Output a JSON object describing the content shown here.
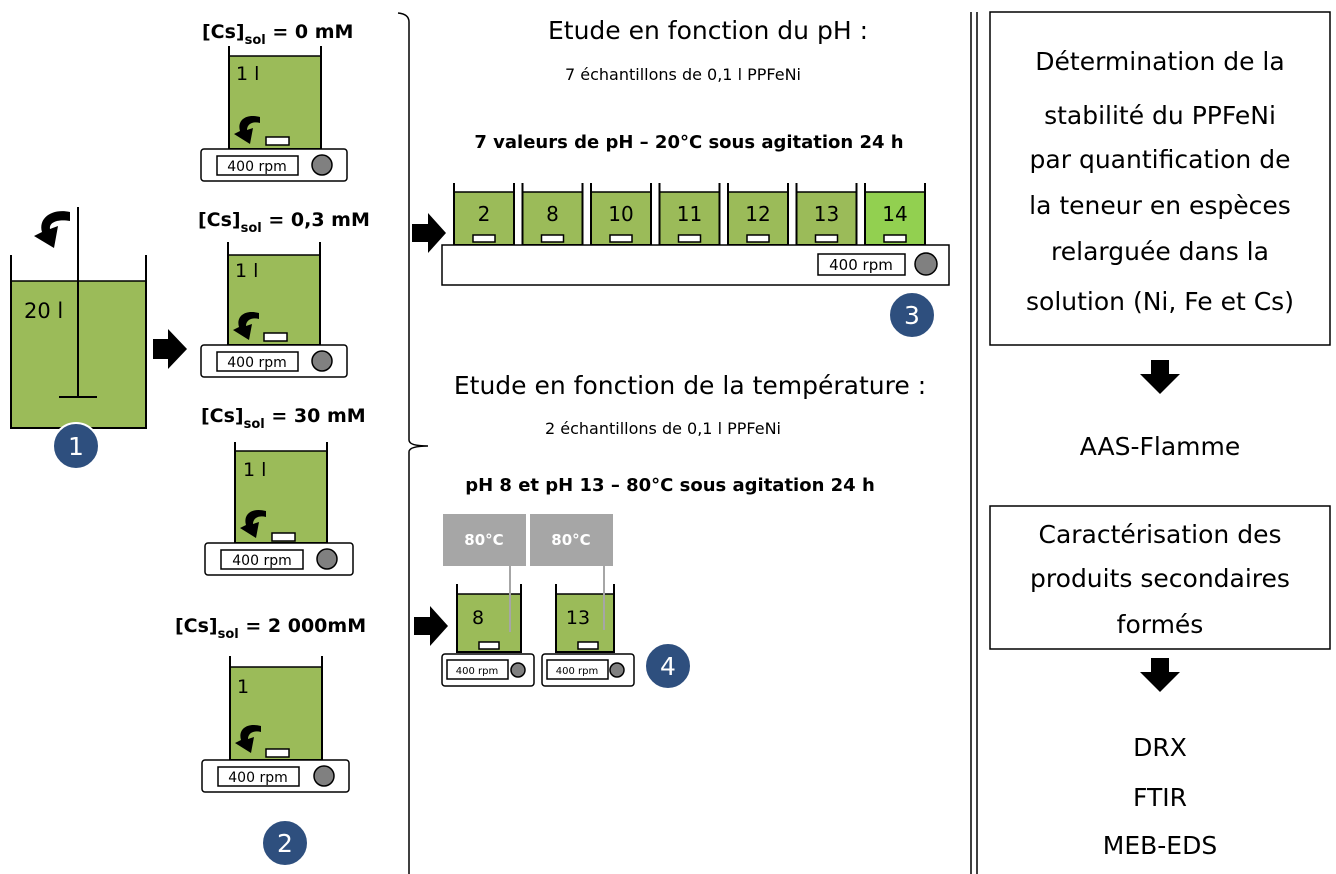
{
  "step1": {
    "volume_label": "20 l",
    "badge": "1"
  },
  "step2": {
    "badge": "2",
    "conditions": [
      {
        "cs_prefix": "[Cs]",
        "cs_sub": "sol",
        "cs_value": " = 0 mM",
        "volume_label": "1 l",
        "rpm_label": "400 rpm"
      },
      {
        "cs_prefix": "[Cs]",
        "cs_sub": "sol",
        "cs_value": " = 0,3 mM",
        "volume_label": "1 l",
        "rpm_label": "400 rpm"
      },
      {
        "cs_prefix": "[Cs]",
        "cs_sub": "sol",
        "cs_value": " = 30 mM",
        "volume_label": "1 l",
        "rpm_label": "400 rpm"
      },
      {
        "cs_prefix": "[Cs]",
        "cs_sub": "sol",
        "cs_value": " = 2 000mM",
        "volume_label": "1",
        "rpm_label": "400 rpm"
      }
    ]
  },
  "ph_study": {
    "title": "Etude en fonction du pH :",
    "subtitle": "7 échantillons de 0,1 l PPFeNi",
    "conditions_label": "7 valeurs de pH – 20°C sous agitation 24 h",
    "ph_values": [
      "2",
      "8",
      "10",
      "11",
      "12",
      "13",
      "14"
    ],
    "rpm_label": "400 rpm",
    "badge": "3"
  },
  "temp_study": {
    "title": "Etude en fonction de la température :",
    "subtitle": "2 échantillons de 0,1 l PPFeNi",
    "conditions_label": "pH 8 et pH 13 – 80°C sous agitation 24 h",
    "samples": [
      {
        "ph": "8",
        "temperature": "80°C",
        "rpm_label": "400 rpm"
      },
      {
        "ph": "13",
        "temperature": "80°C",
        "rpm_label": "400 rpm"
      }
    ],
    "badge": "4"
  },
  "analysis": {
    "stability_lines": [
      "Détermination de la",
      "stabilité du PPFeNi",
      "par quantification de",
      "la teneur en espèces",
      "relarguée dans la",
      "solution (Ni, Fe et Cs)"
    ],
    "stability_method": "AAS-Flamme",
    "secondary_lines": [
      "Caractérisation des",
      "produits secondaires",
      "formés"
    ],
    "secondary_methods": [
      "DRX",
      "FTIR",
      "MEB-EDS"
    ]
  }
}
